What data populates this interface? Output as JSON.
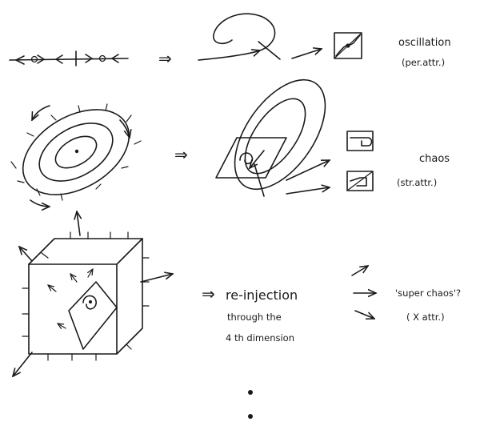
{
  "rows": [
    {
      "implies": "⇒",
      "label_main": "oscillation",
      "label_sub": "(per.attr.)"
    },
    {
      "implies": "⇒",
      "label_main": "chaos",
      "label_sub": "(str.attr.)"
    },
    {
      "implies": "⇒",
      "text_lines": [
        "re-injection",
        "through  the",
        "4 th   dimension"
      ],
      "label_main": "'super chaos'?",
      "label_sub": "( X  attr.)"
    }
  ],
  "continuation": "•  •"
}
